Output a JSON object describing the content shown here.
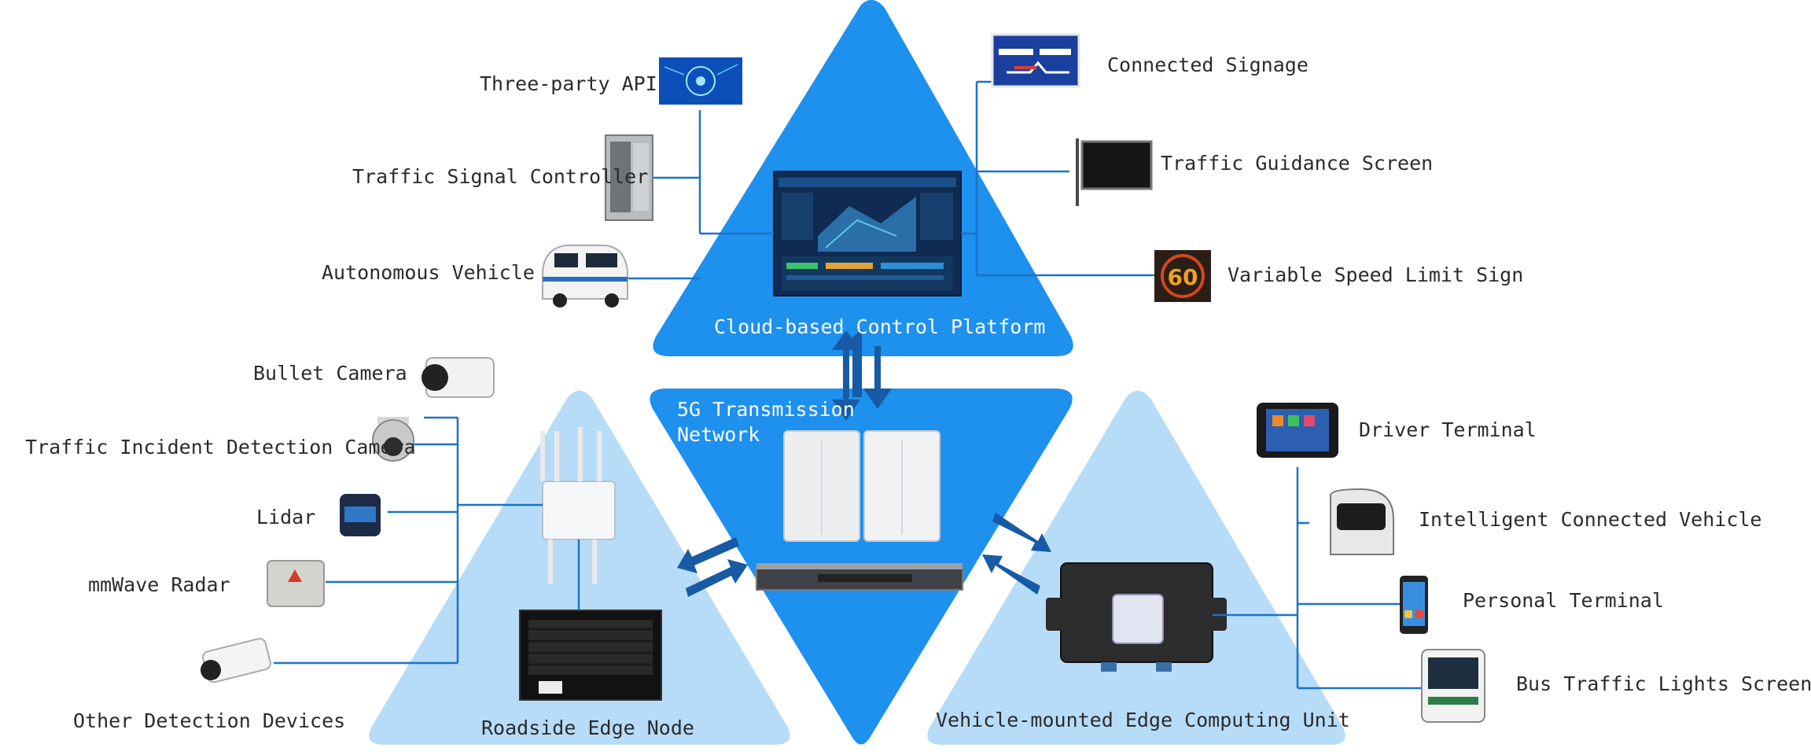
{
  "colors": {
    "primary_blue": "#1e90ee",
    "light_blue": "#b7dcf8",
    "line_blue": "#1a73c6",
    "arrow_blue": "#175aa5"
  },
  "platforms": {
    "cloud": "Cloud-based Control Platform",
    "network": "5G Transmission\nNetwork",
    "roadside": "Roadside Edge Node",
    "vehicle": "Vehicle-mounted Edge Computing Unit"
  },
  "cloud_inputs": [
    "Three-party API",
    "Traffic Signal Controller",
    "Autonomous Vehicle"
  ],
  "cloud_outputs": [
    "Connected Signage",
    "Traffic Guidance Screen",
    "Variable Speed Limit Sign"
  ],
  "roadside_devices": [
    "Bullet Camera",
    "Traffic Incident Detection Camera",
    "Lidar",
    "mmWave Radar",
    "Other Detection Devices"
  ],
  "vehicle_devices": [
    "Driver Terminal",
    "Intelligent Connected Vehicle",
    "Personal Terminal",
    "Bus Traffic Lights Screen"
  ],
  "speed_limit_value": "60"
}
